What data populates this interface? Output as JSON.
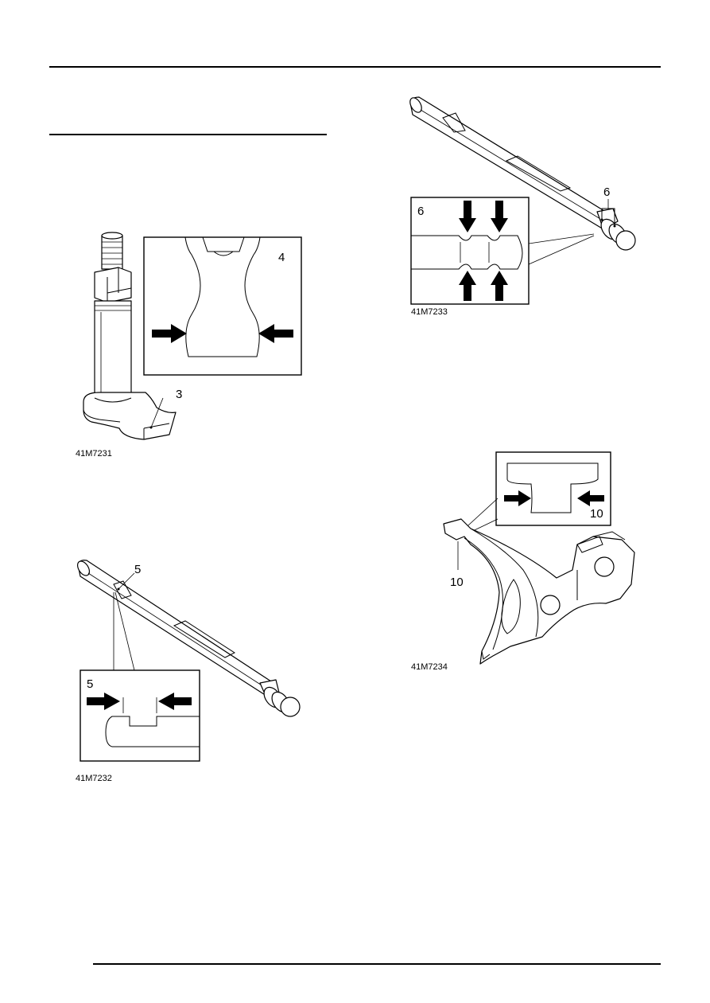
{
  "figures": [
    {
      "id": "fig-3-4",
      "caption": "41M7231",
      "callouts": [
        "4",
        "3"
      ]
    },
    {
      "id": "fig-6",
      "caption": "41M7233",
      "callouts": [
        "6",
        "6"
      ]
    },
    {
      "id": "fig-5",
      "caption": "41M7232",
      "callouts": [
        "5",
        "5"
      ]
    },
    {
      "id": "fig-10",
      "caption": "41M7234",
      "callouts": [
        "10",
        "10"
      ]
    }
  ]
}
